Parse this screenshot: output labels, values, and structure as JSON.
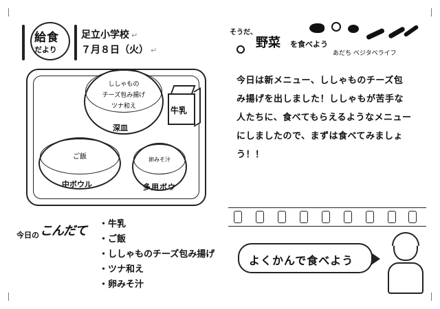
{
  "header": {
    "logo_title": "給食",
    "logo_sub": "だより",
    "school_name": "足立小学校",
    "date": "７月８日（火）"
  },
  "tray": {
    "main_plate_lines": [
      "ししゃもの",
      "チーズ包み揚げ",
      "ツナ和え"
    ],
    "main_plate_label": "深皿",
    "big_bowl_content": "ご飯",
    "big_bowl_label": "中ボウル",
    "small_bowl_content": "卵みそ汁",
    "small_bowl_label": "多用ボウ",
    "milk_label": "牛乳"
  },
  "kondate": {
    "logo_small": "今日の",
    "logo_big": "こんだて",
    "items": [
      "・牛乳",
      "・ご飯",
      "・ししゃものチーズ包み揚げ",
      "・ツナ和え",
      "・卵みそ汁"
    ]
  },
  "banner": {
    "small": "そうだ、",
    "title": "野菜",
    "sub": "を食べよう",
    "tag": "あだち ベジタベライフ"
  },
  "article": {
    "lines": [
      "今日は新メニュー、ししゃものチーズ包",
      "み揚げを出しました！ししゃもが苦手な",
      "人たちに、食べてもらえるようなメニュー",
      "にしましたので、まずは食べてみましょ",
      "う！！"
    ]
  },
  "bubble": {
    "text": "よくかんで食べよう"
  },
  "colors": {
    "ink": "#111111",
    "paper": "#ffffff"
  }
}
